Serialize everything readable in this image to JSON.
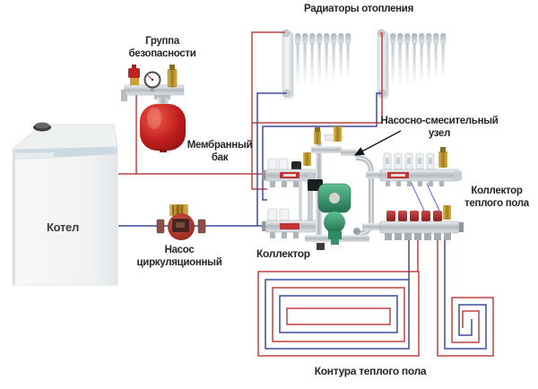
{
  "diagram": {
    "type": "heating-system-schematic",
    "labels": {
      "radiators": "Радиаторы отопления",
      "safety_group_line1": "Группа",
      "safety_group_line2": "безопасности",
      "membrane_tank_line1": "Мембранный",
      "membrane_tank_line2": "бак",
      "boiler": "Котел",
      "circ_pump_line1": "Насос",
      "circ_pump_line2": "циркуляционный",
      "mixing_unit_line1": "Насосно-смесительный",
      "mixing_unit_line2": "узел",
      "collector": "Коллектор",
      "floor_collector_line1": "Коллектор",
      "floor_collector_line2": "теплого пола",
      "floor_loops": "Контура теплого пола"
    },
    "colors": {
      "supply_pipe": "#c04040",
      "return_pipe": "#3d4b9c",
      "label_text": "#262626",
      "tank_red": "#c01f1f",
      "mixing_pump_green": "#379d72",
      "circ_pump_red": "#b5342a"
    }
  }
}
